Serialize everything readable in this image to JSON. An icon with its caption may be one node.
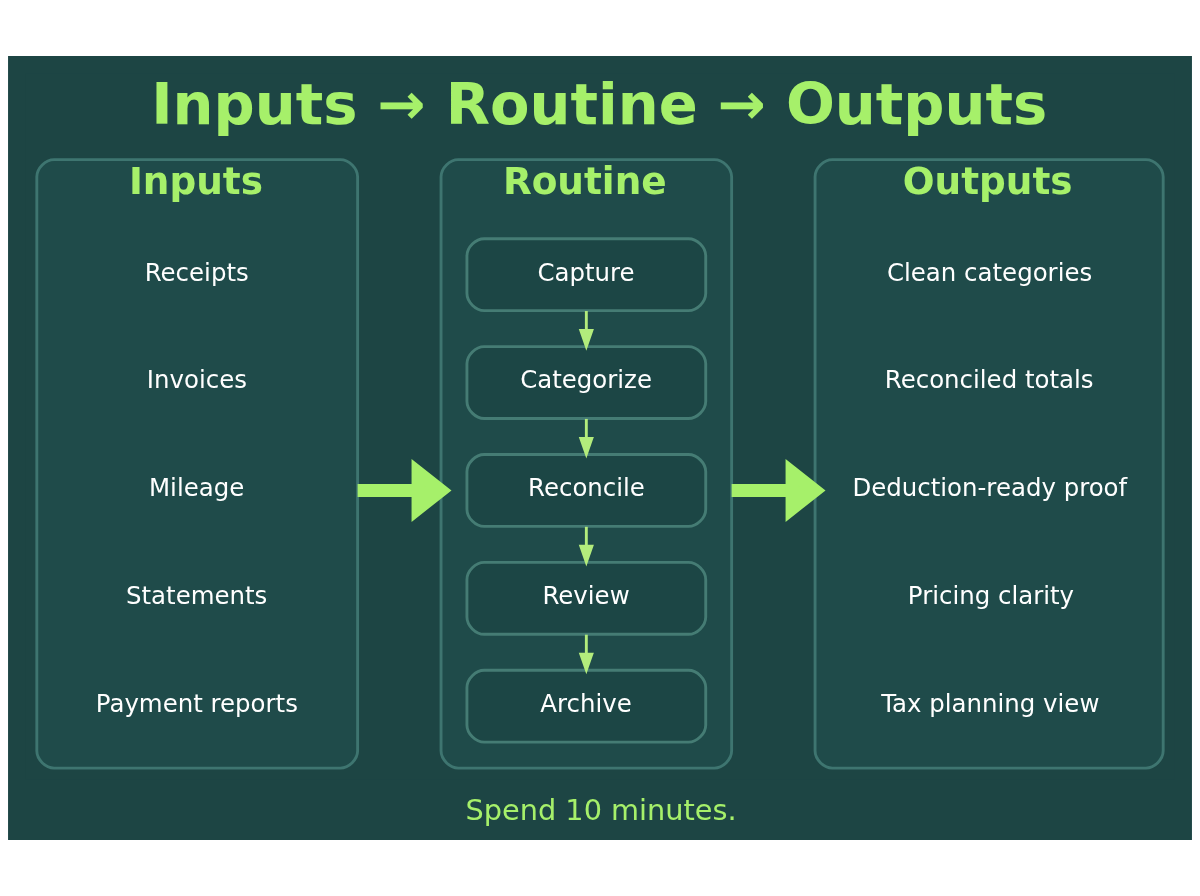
{
  "diagram": {
    "title": "Inputs → Routine → Outputs",
    "caption": "Spend 10 minutes.",
    "nodes": [
      {
        "text": [
          "Inputs"
        ]
      },
      {
        "text": [
          "Receipts"
        ],
        "in": 0
      },
      {
        "text": [
          "Invoices"
        ],
        "in": 0
      },
      {
        "text": [
          "Mileage"
        ],
        "in": 0
      },
      {
        "text": [
          "Statements"
        ],
        "in": 0
      },
      {
        "text": [
          "Payment reports"
        ],
        "in": 0
      },
      {
        "text": [
          "Routine"
        ]
      },
      {
        "text": [
          "Capture"
        ],
        "in": 6
      },
      {
        "text": [
          "Categorize"
        ],
        "in": 6
      },
      {
        "text": [
          "Reconcile"
        ],
        "in": 6
      },
      {
        "text": [
          "Review"
        ],
        "in": 6
      },
      {
        "text": [
          "Archive"
        ],
        "in": 6
      },
      {
        "text": [
          "Outputs"
        ]
      },
      {
        "text": [
          "Clean categories"
        ],
        "in": 12
      },
      {
        "text": [
          "Reconciled totals"
        ],
        "in": 12
      },
      {
        "text": [
          "Deduction-ready proof"
        ],
        "in": 12
      },
      {
        "text": [
          "Pricing clarity"
        ],
        "in": 12
      },
      {
        "text": [
          "Tax planning view"
        ],
        "in": 12
      }
    ],
    "edges": [
      {
        "from": 0,
        "to": 6,
        "arrow": "to",
        "style": "thick"
      },
      {
        "from": 7,
        "to": 8,
        "arrow": "to"
      },
      {
        "from": 8,
        "to": 9,
        "arrow": "to"
      },
      {
        "from": 9,
        "to": 10,
        "arrow": "to"
      },
      {
        "from": 10,
        "to": 11,
        "arrow": "to"
      },
      {
        "from": 6,
        "to": 12,
        "arrow": "to",
        "style": "thick"
      }
    ]
  }
}
